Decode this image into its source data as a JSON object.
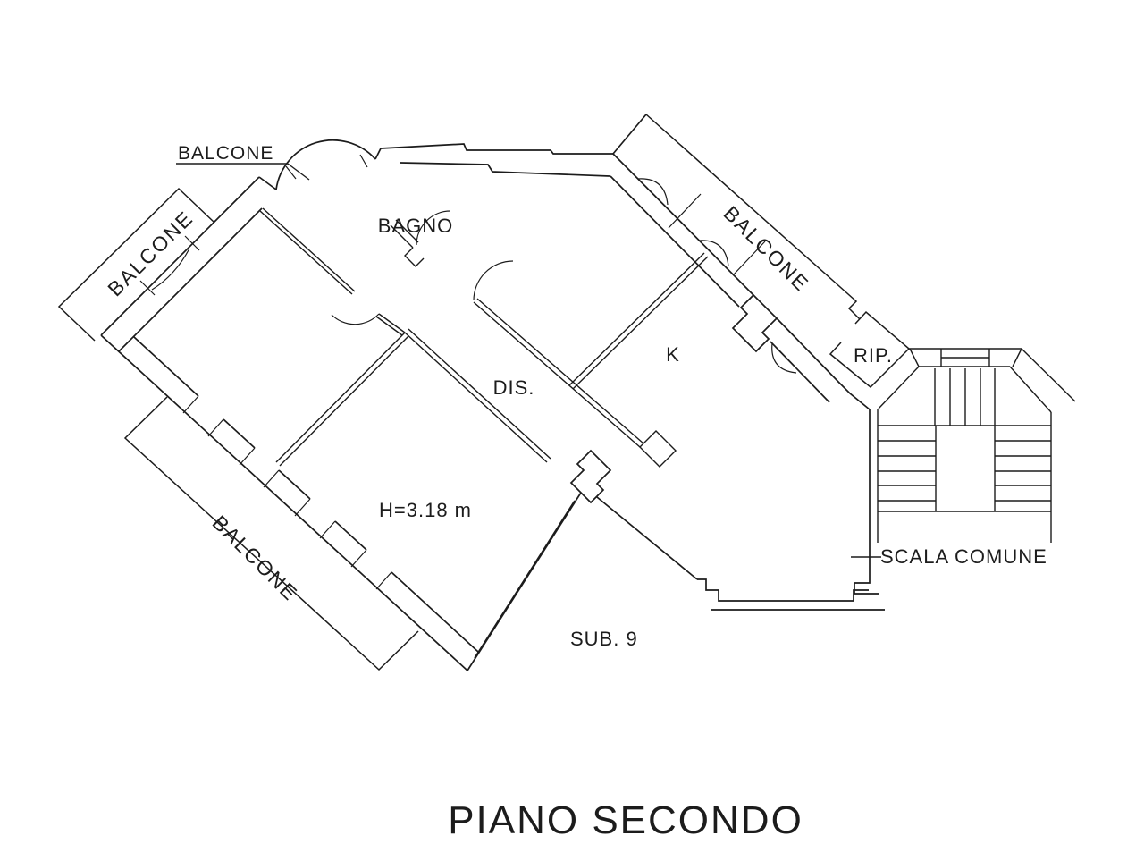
{
  "drawing": {
    "floor_title": "PIANO SECONDO",
    "unit_label": "SUB. 9",
    "height_note": "H=3.18 m"
  },
  "rooms": {
    "bagno": "BAGNO",
    "disimpegno": "DIS.",
    "cucina": "K",
    "ripostiglio": "RIP.",
    "scala": "SCALA COMUNE"
  },
  "balconies": {
    "top": "BALCONE",
    "left": "BALCONE",
    "right": "BALCONE",
    "bottom": "BALCONE"
  },
  "colors": {
    "line": "#1c1c1c",
    "background": "#ffffff"
  }
}
